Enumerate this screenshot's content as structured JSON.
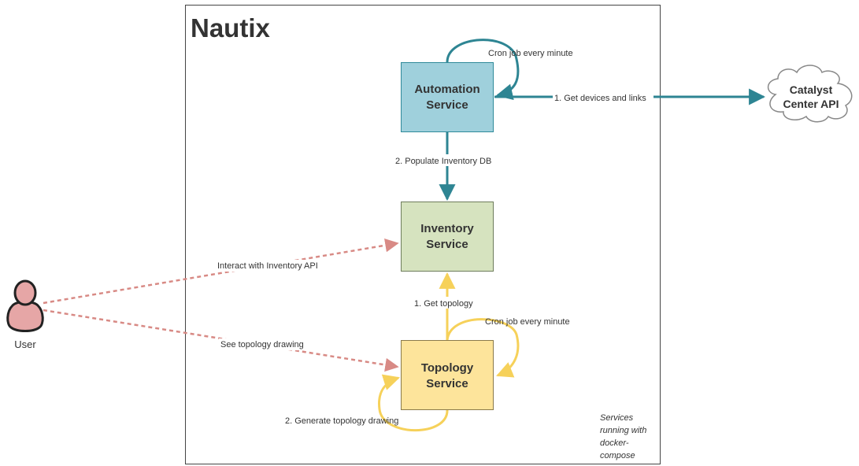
{
  "title": "Nautix",
  "nodes": {
    "automation": {
      "line1": "Automation",
      "line2": "Service"
    },
    "inventory": {
      "line1": "Inventory",
      "line2": "Service"
    },
    "topology": {
      "line1": "Topology",
      "line2": "Service"
    },
    "catalyst": {
      "line1": "Catalyst",
      "line2": "Center API"
    },
    "user": {
      "label": "User"
    }
  },
  "edges": {
    "automation_cron": "Cron job every minute",
    "get_devices": "1. Get devices and links",
    "populate_db": "2. Populate Inventory DB",
    "interact_inventory": "Interact with Inventory API",
    "get_topology": "1. Get topology",
    "topology_cron": "Cron job every minute",
    "see_topology": "See topology drawing",
    "generate_drawing": "2. Generate topology drawing"
  },
  "note": {
    "line1": "Services",
    "line2": "running with",
    "line3": "docker-",
    "line4": "compose"
  },
  "colors": {
    "automation_fill": "#9fd0dc",
    "automation_border": "#2f8a9a",
    "inventory_fill": "#d6e3bf",
    "inventory_border": "#6e7d5c",
    "topology_fill": "#fde49b",
    "topology_border": "#8a7a4a",
    "teal_arrow": "#2e8593",
    "yellow_arrow": "#f6d15a",
    "red_dashed": "#d88a85",
    "user_fill": "#e6a6a6"
  }
}
